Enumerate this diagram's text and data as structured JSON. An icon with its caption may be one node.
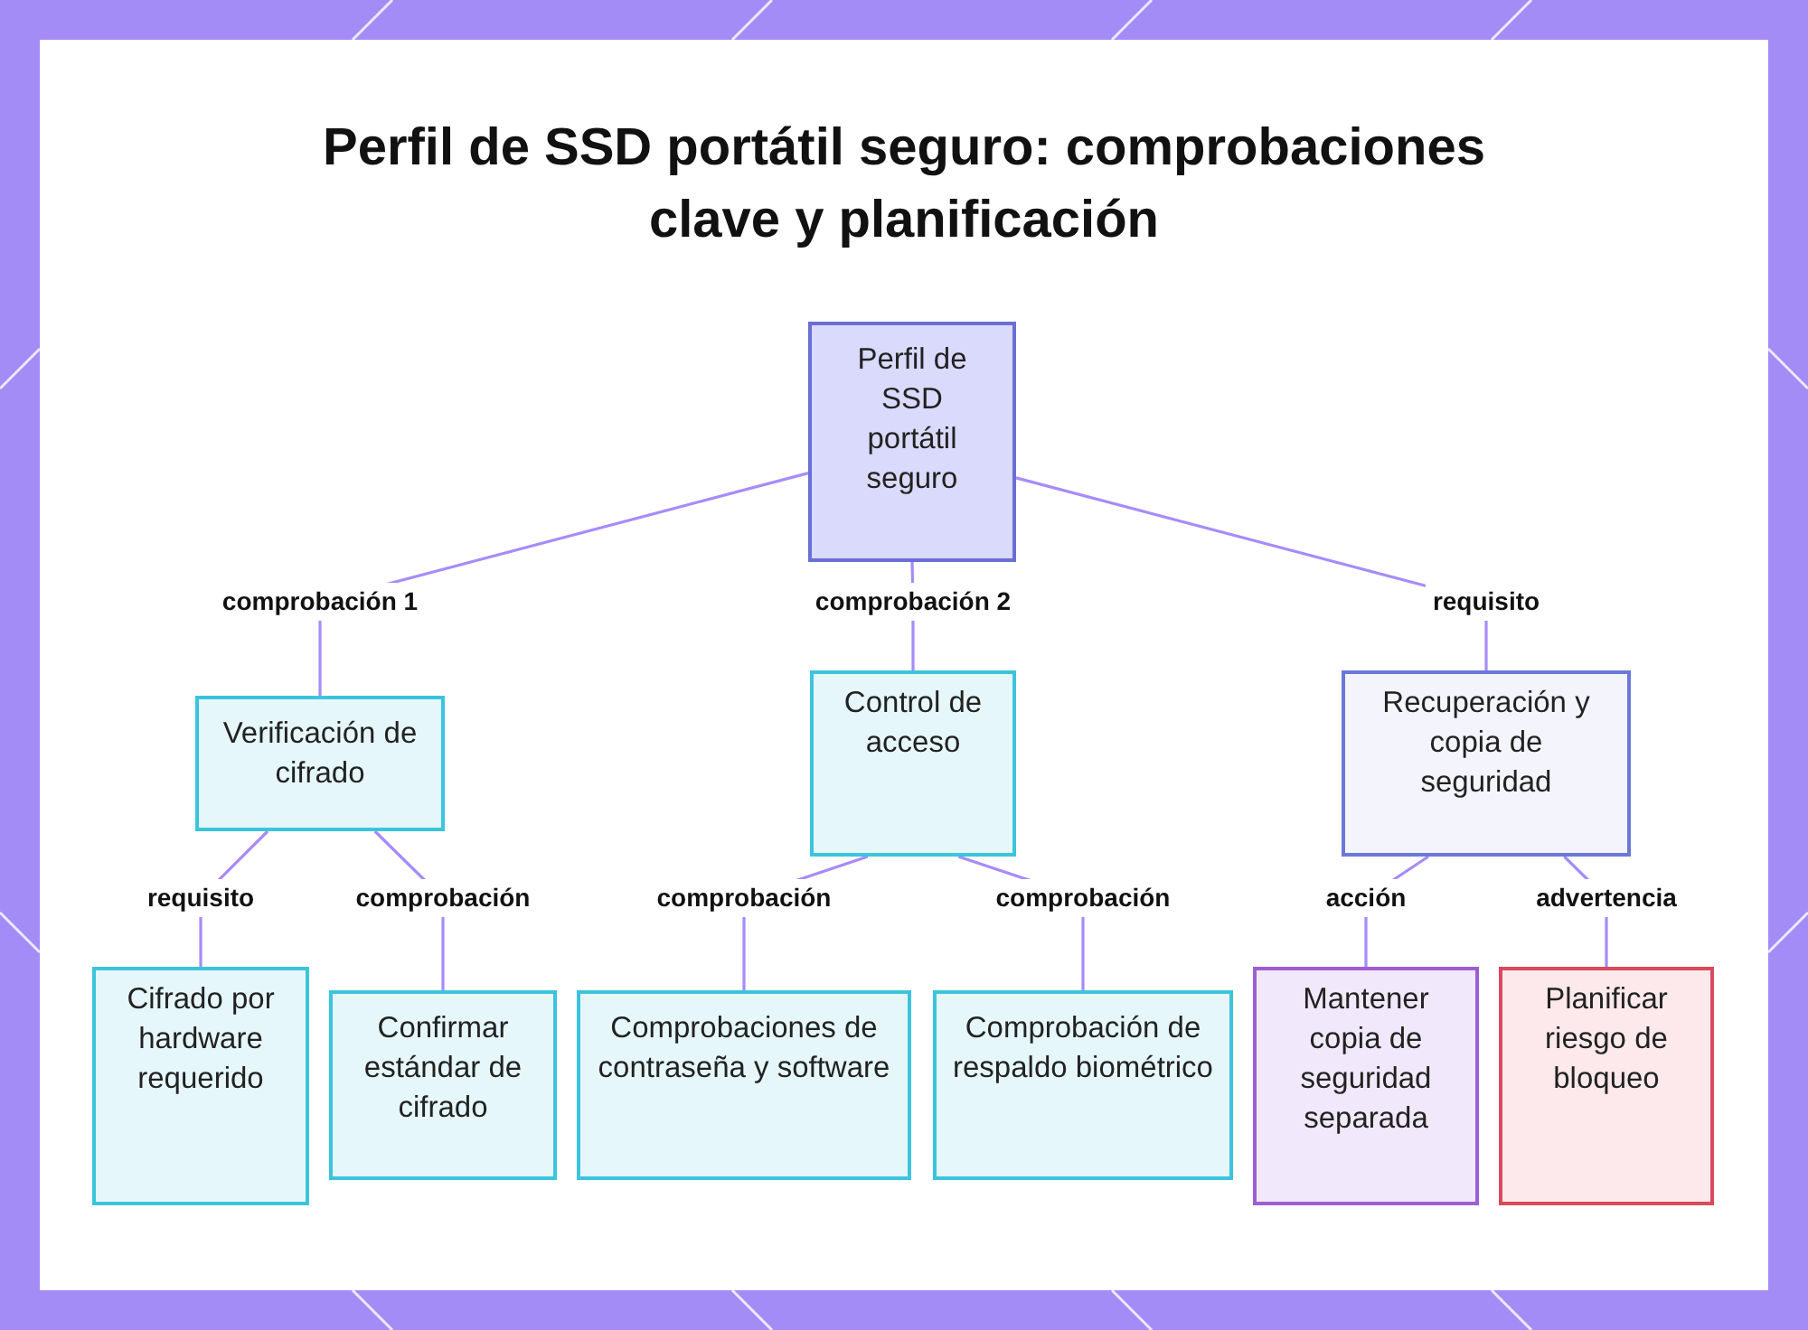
{
  "diagram": {
    "title": "Perfil de SSD portátil seguro: comprobaciones clave y planificación",
    "nodes": [
      {
        "text": [
          "Perfil de SSD portátil seguro"
        ]
      },
      {
        "text": [
          "Verificación de cifrado"
        ]
      },
      {
        "text": [
          "Control de acceso"
        ]
      },
      {
        "text": [
          "Recuperación y copia de seguridad"
        ]
      },
      {
        "text": [
          "Cifrado por hardware requerido"
        ]
      },
      {
        "text": [
          "Confirmar estándar de cifrado"
        ]
      },
      {
        "text": [
          "Comprobaciones de contraseña y software"
        ]
      },
      {
        "text": [
          "Comprobación de respaldo biométrico"
        ]
      },
      {
        "text": [
          "Mantener copia de seguridad separada"
        ]
      },
      {
        "text": [
          "Planificar riesgo de bloqueo"
        ]
      }
    ],
    "edges": [
      {
        "from": 0,
        "to": 1,
        "arrow": "none",
        "label": "comprobación 1"
      },
      {
        "from": 0,
        "to": 2,
        "arrow": "none",
        "label": "comprobación 2"
      },
      {
        "from": 0,
        "to": 3,
        "arrow": "none",
        "label": "requisito"
      },
      {
        "from": 1,
        "to": 4,
        "arrow": "none",
        "label": "requisito"
      },
      {
        "from": 1,
        "to": 5,
        "arrow": "none",
        "label": "comprobación"
      },
      {
        "from": 2,
        "to": 6,
        "arrow": "none",
        "label": "comprobación"
      },
      {
        "from": 2,
        "to": 7,
        "arrow": "none",
        "label": "comprobación"
      },
      {
        "from": 3,
        "to": 8,
        "arrow": "none",
        "label": "acción"
      },
      {
        "from": 3,
        "to": 9,
        "arrow": "none",
        "label": "advertencia"
      }
    ]
  }
}
